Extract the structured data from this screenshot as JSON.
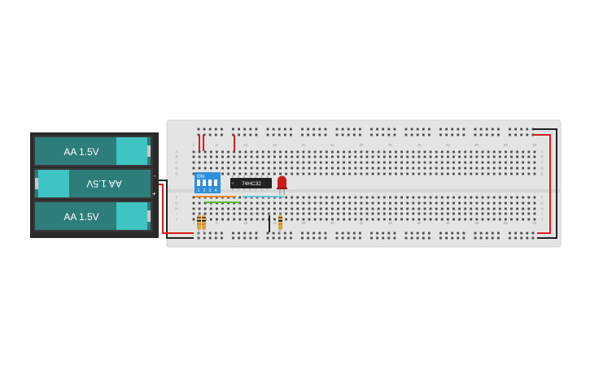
{
  "battery_pack": {
    "cells": [
      {
        "label": "AA 1.5V",
        "inverted": false
      },
      {
        "label": "AA 1.5V",
        "inverted": true
      },
      {
        "label": "AA 1.5V",
        "inverted": false
      }
    ],
    "terminal_plus": "+",
    "terminal_minus": "-"
  },
  "breadboard": {
    "column_numbers": [
      "1",
      "5",
      "10",
      "15",
      "20",
      "25",
      "30",
      "35",
      "40",
      "45",
      "50",
      "55",
      "60"
    ],
    "row_letters_top": [
      "A",
      "B",
      "C",
      "D",
      "E"
    ],
    "row_letters_bottom": [
      "F",
      "G",
      "H",
      "I",
      "J"
    ]
  },
  "dip_switch": {
    "on_label": "ON",
    "switch_numbers": [
      "1",
      "2",
      "3",
      "4"
    ]
  },
  "ic_chip": {
    "label": "74HC32"
  },
  "led": {
    "color": "#cc1a1a"
  },
  "colors": {
    "wire_red": "#e01b1b",
    "wire_black": "#222222",
    "board": "#e4e4e4",
    "battery_case": "#2a2a2a",
    "battery_cell": "#2d7d7b",
    "battery_cap": "#40c3c3",
    "dip_blue": "#2f8fdc",
    "wire_orange": "#f08a1e",
    "wire_green": "#5dbb2a",
    "wire_cyan": "#5ec7d9"
  }
}
